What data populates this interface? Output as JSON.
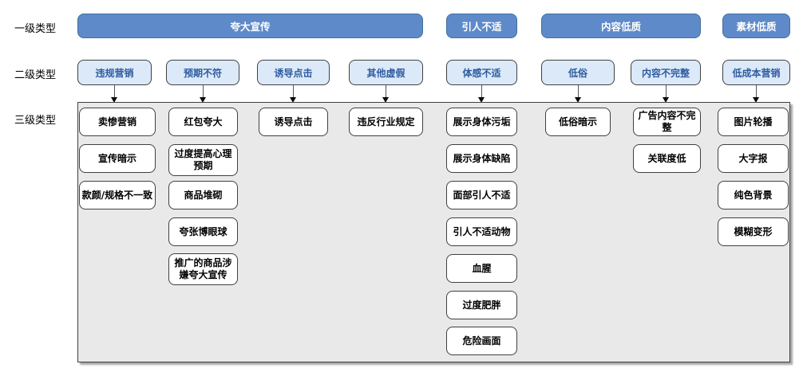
{
  "colors": {
    "level1_fill": "#5e8ac9",
    "level1_border": "#41719c",
    "level1_text": "#ffffff",
    "level2_fill": "#dbe9f9",
    "level2_border": "#404040",
    "level2_text": "#2e5b9e",
    "level3_container_fill": "#e9e9e9",
    "level3_box_fill": "#ffffff",
    "box_border_dark": "#404040"
  },
  "row_labels": {
    "level1": "一级类型",
    "level2": "二级类型",
    "level3": "三级类型"
  },
  "level1": [
    "夸大宣传",
    "引人不适",
    "内容低质",
    "素材低质"
  ],
  "level2": [
    "违规营销",
    "预期不符",
    "诱导点击",
    "其他虚假",
    "体感不适",
    "低俗",
    "内容不完整",
    "低成本营销"
  ],
  "level3": {
    "columns": [
      {
        "parent": "违规营销",
        "items": [
          "卖惨营销",
          "宣传暗示",
          "款颜/规格不一致"
        ]
      },
      {
        "parent": "预期不符",
        "items": [
          "红包夸大",
          "过度提高心理预期",
          "商品堆砌",
          "夸张博眼球",
          "推广的商品涉嫌夸大宣传"
        ]
      },
      {
        "parent": "诱导点击",
        "items": [
          "诱导点击"
        ]
      },
      {
        "parent": "其他虚假",
        "items": [
          "违反行业规定"
        ]
      },
      {
        "parent": "体感不适",
        "items": [
          "展示身体污垢",
          "展示身体缺陷",
          "面部引人不适",
          "引人不适动物",
          "血腥",
          "过度肥胖",
          "危险画面"
        ]
      },
      {
        "parent": "低俗",
        "items": [
          "低俗暗示"
        ]
      },
      {
        "parent": "内容不完整",
        "items": [
          "广告内容不完整",
          "关联度低"
        ]
      },
      {
        "parent": "低成本营销",
        "items": [
          "图片轮播",
          "大字报",
          "纯色背景",
          "模糊变形"
        ]
      }
    ]
  }
}
